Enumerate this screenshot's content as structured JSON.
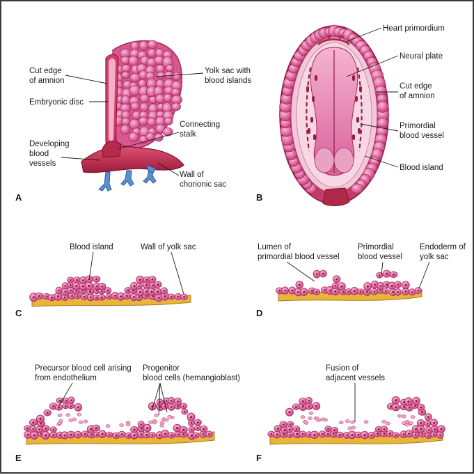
{
  "panels": {
    "A": {
      "letter": "A",
      "labels": {
        "cut_edge_amnion": [
          "Cut edge",
          "of amnion"
        ],
        "embryonic_disc": "Embryonic disc",
        "yolk_sac": [
          "Yolk sac with",
          "blood islands"
        ],
        "connecting_stalk": [
          "Connecting",
          "stalk"
        ],
        "developing_vessels": [
          "Developing",
          "blood",
          "vessels"
        ],
        "wall_chorionic": [
          "Wall of",
          "chorionic sac"
        ]
      }
    },
    "B": {
      "letter": "B",
      "labels": {
        "heart": "Heart primordium",
        "neural_plate": "Neural plate",
        "cut_edge_amnion": [
          "Cut edge",
          "of amnion"
        ],
        "primordial_vessel": [
          "Primordial",
          "blood vessel"
        ],
        "blood_island": "Blood island"
      }
    },
    "C": {
      "letter": "C",
      "labels": {
        "blood_island": "Blood island",
        "wall_yolk_sac": "Wall of yolk sac"
      }
    },
    "D": {
      "letter": "D",
      "labels": {
        "lumen": [
          "Lumen of",
          "primordial blood vessel"
        ],
        "primordial_vessel": [
          "Primordial",
          "blood vessel"
        ],
        "endoderm": [
          "Endoderm of",
          "yolk sac"
        ]
      }
    },
    "E": {
      "letter": "E",
      "labels": {
        "precursor": [
          "Precursor blood cell arising",
          "from endothelium"
        ],
        "progenitor": [
          "Progenitor",
          "blood cells (hemangioblast)"
        ]
      }
    },
    "F": {
      "letter": "F",
      "labels": {
        "fusion": [
          "Fusion of",
          "adjacent vessels"
        ]
      }
    }
  },
  "colors": {
    "cell_fill": "#e0669e",
    "cell_dark": "#a8285c",
    "cell_light": "#f2a8c8",
    "yolk": "#e8b43a",
    "vessel_red": "#c22a4a",
    "vessel_blue": "#4c7fc4",
    "embryo_bg": "#f3c3d8"
  }
}
